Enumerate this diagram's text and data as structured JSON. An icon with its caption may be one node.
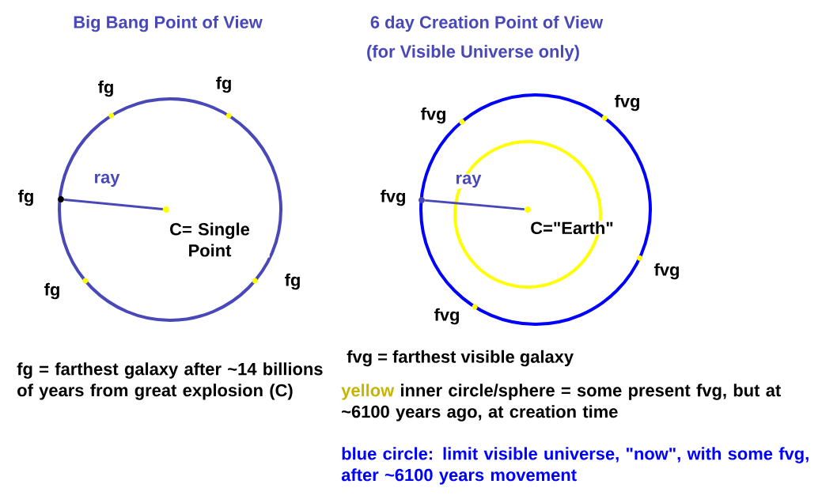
{
  "diagram": {
    "nodes": [
      {
        "text": [],
        "shape": "circle",
        "beside": [
          "fg"
        ]
      },
      {
        "text": [],
        "shape": "circle",
        "beside": [
          "C= Single Point"
        ]
      },
      {
        "text": [],
        "shape": "circle",
        "beside": [
          "fvg"
        ]
      },
      {
        "text": [],
        "shape": "circle",
        "beside": [
          "C=\"Earth\""
        ]
      }
    ],
    "edges": [
      {
        "from": 0,
        "to": 1,
        "arrow": "none",
        "label": "ray"
      },
      {
        "from": 2,
        "to": 3,
        "arrow": "none",
        "label": "ray"
      }
    ],
    "labels": [
      "Big Bang Point of View",
      "6 day Creation Point of View",
      "(for Visible Universe only)",
      "fg",
      "fg",
      "fvg",
      "fvg",
      "fg",
      "fg",
      "fvg",
      "fvg",
      "fg =  farthest galaxy after ~14 billions of years from great explosion (C)",
      "fvg = farthest visible galaxy",
      "yellow",
      "inner circle/sphere = some present fvg, but at ~6100 years ago, at creation time",
      "blue circle: limit visible universe, \"now\", with some fvg, after ~6100 years movement"
    ]
  }
}
